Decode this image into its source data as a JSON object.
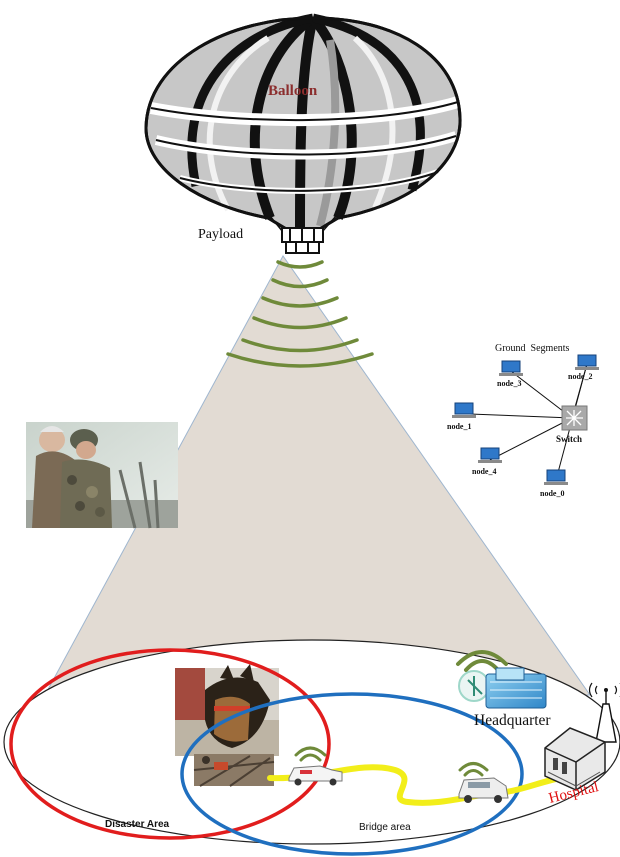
{
  "balloon": {
    "label": "Balloon",
    "payload_label": "Payload"
  },
  "ground_segments": {
    "title": "Ground  Segments",
    "switch_label": "Switch",
    "nodes": [
      "node_0",
      "node_1",
      "node_2",
      "node_3",
      "node_4"
    ]
  },
  "areas": {
    "disaster": "Disaster Area",
    "bridge": "Bridge area",
    "headquarter": "Headquarter",
    "hospital": "Hospital"
  },
  "colors": {
    "cone": "#e2dbd3",
    "waves": "#6f8a3a",
    "disaster_circle": "#e11d1d",
    "bridge_circle": "#1f6fbf",
    "road": "#f2ee1a",
    "hospital_text": "#e01010",
    "balloon_text": "#8b2d2d"
  },
  "icons": [
    "balloon-icon",
    "payload-icon",
    "computer-icon",
    "switch-icon",
    "headquarter-icon",
    "hospital-icon",
    "antenna-tower-icon",
    "car-icon",
    "wifi-signal-icon"
  ]
}
